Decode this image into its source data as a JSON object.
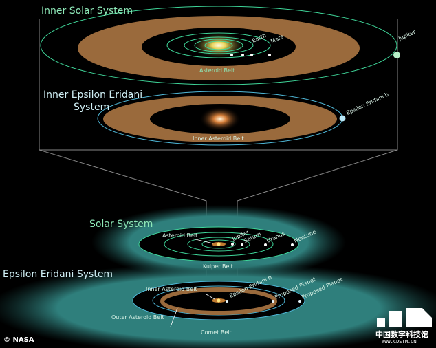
{
  "inner_solar": {
    "title": "Inner Solar System",
    "earth": "Earth",
    "mars": "Mars",
    "jupiter": "Jupiter",
    "asteroid_belt": "Asteroid Belt"
  },
  "inner_eps": {
    "title_line1": "Inner Epsilon Eridani",
    "title_line2": "System",
    "planet": "Epsilon Eridani b",
    "belt": "Inner Asteroid Belt"
  },
  "solar": {
    "title": "Solar System",
    "asteroid_belt": "Asteroid Belt",
    "jupiter": "Jupiter",
    "saturn": "Saturn",
    "uranus": "Uranus",
    "neptune": "Neptune",
    "kuiper": "Kuiper Belt"
  },
  "eps": {
    "title": "Epsilon Eridani System",
    "inner_belt": "Inner Asteroid Belt",
    "planet": "Epsilon Eridani b",
    "proposed1": "Proposed Planet",
    "proposed2": "Proposed Planet",
    "outer_belt": "Outer Asteroid Belt",
    "comet": "Comet Belt"
  },
  "credit": "© NASA",
  "watermark": {
    "name": "中国数字科技馆",
    "url": "WWW.CDSTM.CN"
  },
  "colors": {
    "green_orbit": "#3fd79a",
    "blue_orbit": "#4fb8d8",
    "belt": "#9a6a3c",
    "disk": "#2f7f7c"
  }
}
